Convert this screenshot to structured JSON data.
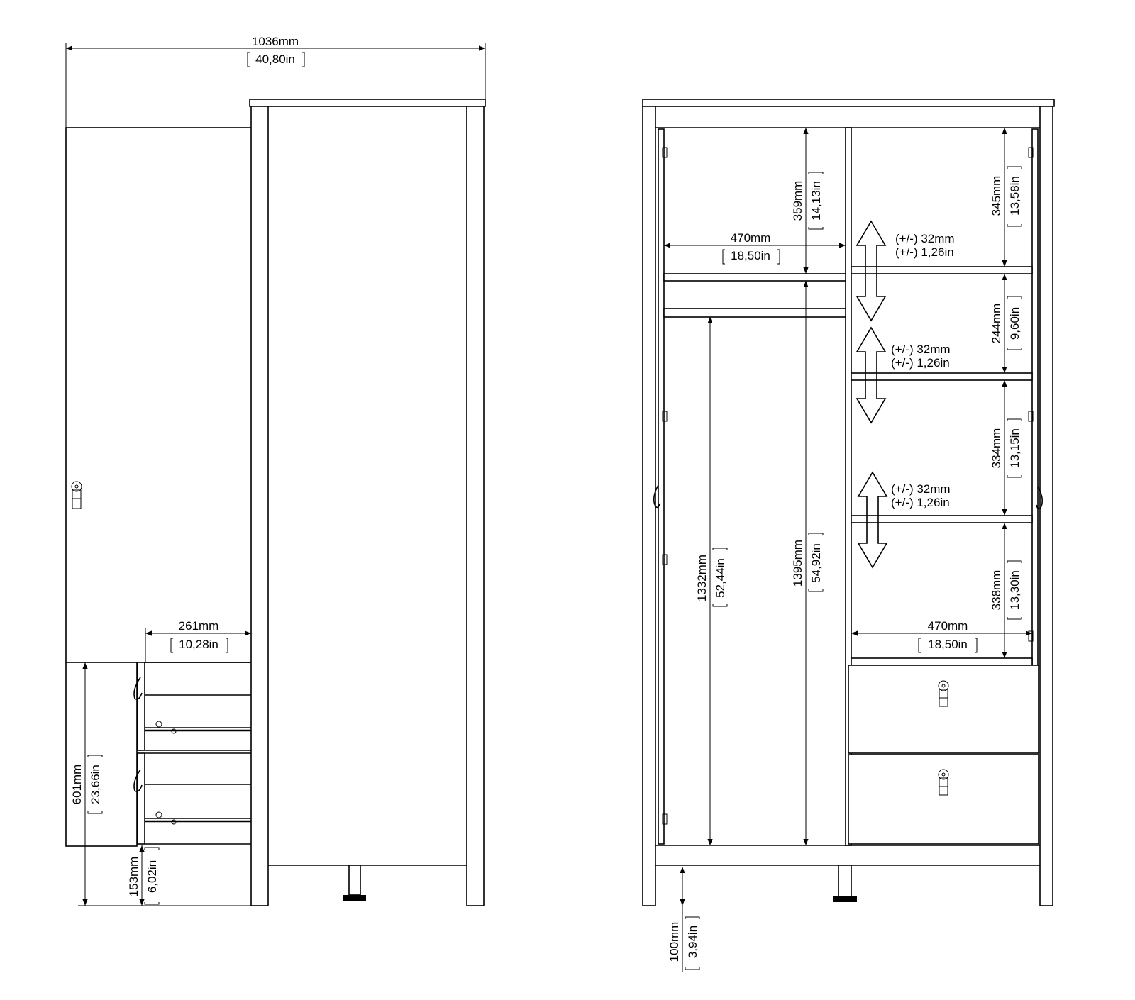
{
  "side_view": {
    "total_width": {
      "mm": "1036mm",
      "inch": "40,80in"
    },
    "drawer_depth": {
      "mm": "261mm",
      "inch": "10,28in"
    },
    "drawer_block_height": {
      "mm": "601mm",
      "inch": "23,66in"
    },
    "leg_height": {
      "mm": "153mm",
      "inch": "6,02in"
    }
  },
  "front_view": {
    "top_left_compartment": {
      "mm": "359mm",
      "inch": "14,13in"
    },
    "left_width": {
      "mm": "470mm",
      "inch": "18,50in"
    },
    "hanging_height": {
      "mm": "1332mm",
      "inch": "52,44in"
    },
    "left_interior_height": {
      "mm": "1395mm",
      "inch": "54,92in"
    },
    "shelf_1": {
      "mm": "345mm",
      "inch": "13,58in"
    },
    "shelf_2": {
      "mm": "244mm",
      "inch": "9,60in"
    },
    "shelf_3": {
      "mm": "334mm",
      "inch": "13,15in"
    },
    "shelf_4": {
      "mm": "338mm",
      "inch": "13,30in"
    },
    "right_width": {
      "mm": "470mm",
      "inch": "18,50in"
    },
    "floor_clearance": {
      "mm": "100mm",
      "inch": "3,94in"
    },
    "adjust_mm": "(+/-) 32mm",
    "adjust_in": "(+/-) 1,26in"
  }
}
